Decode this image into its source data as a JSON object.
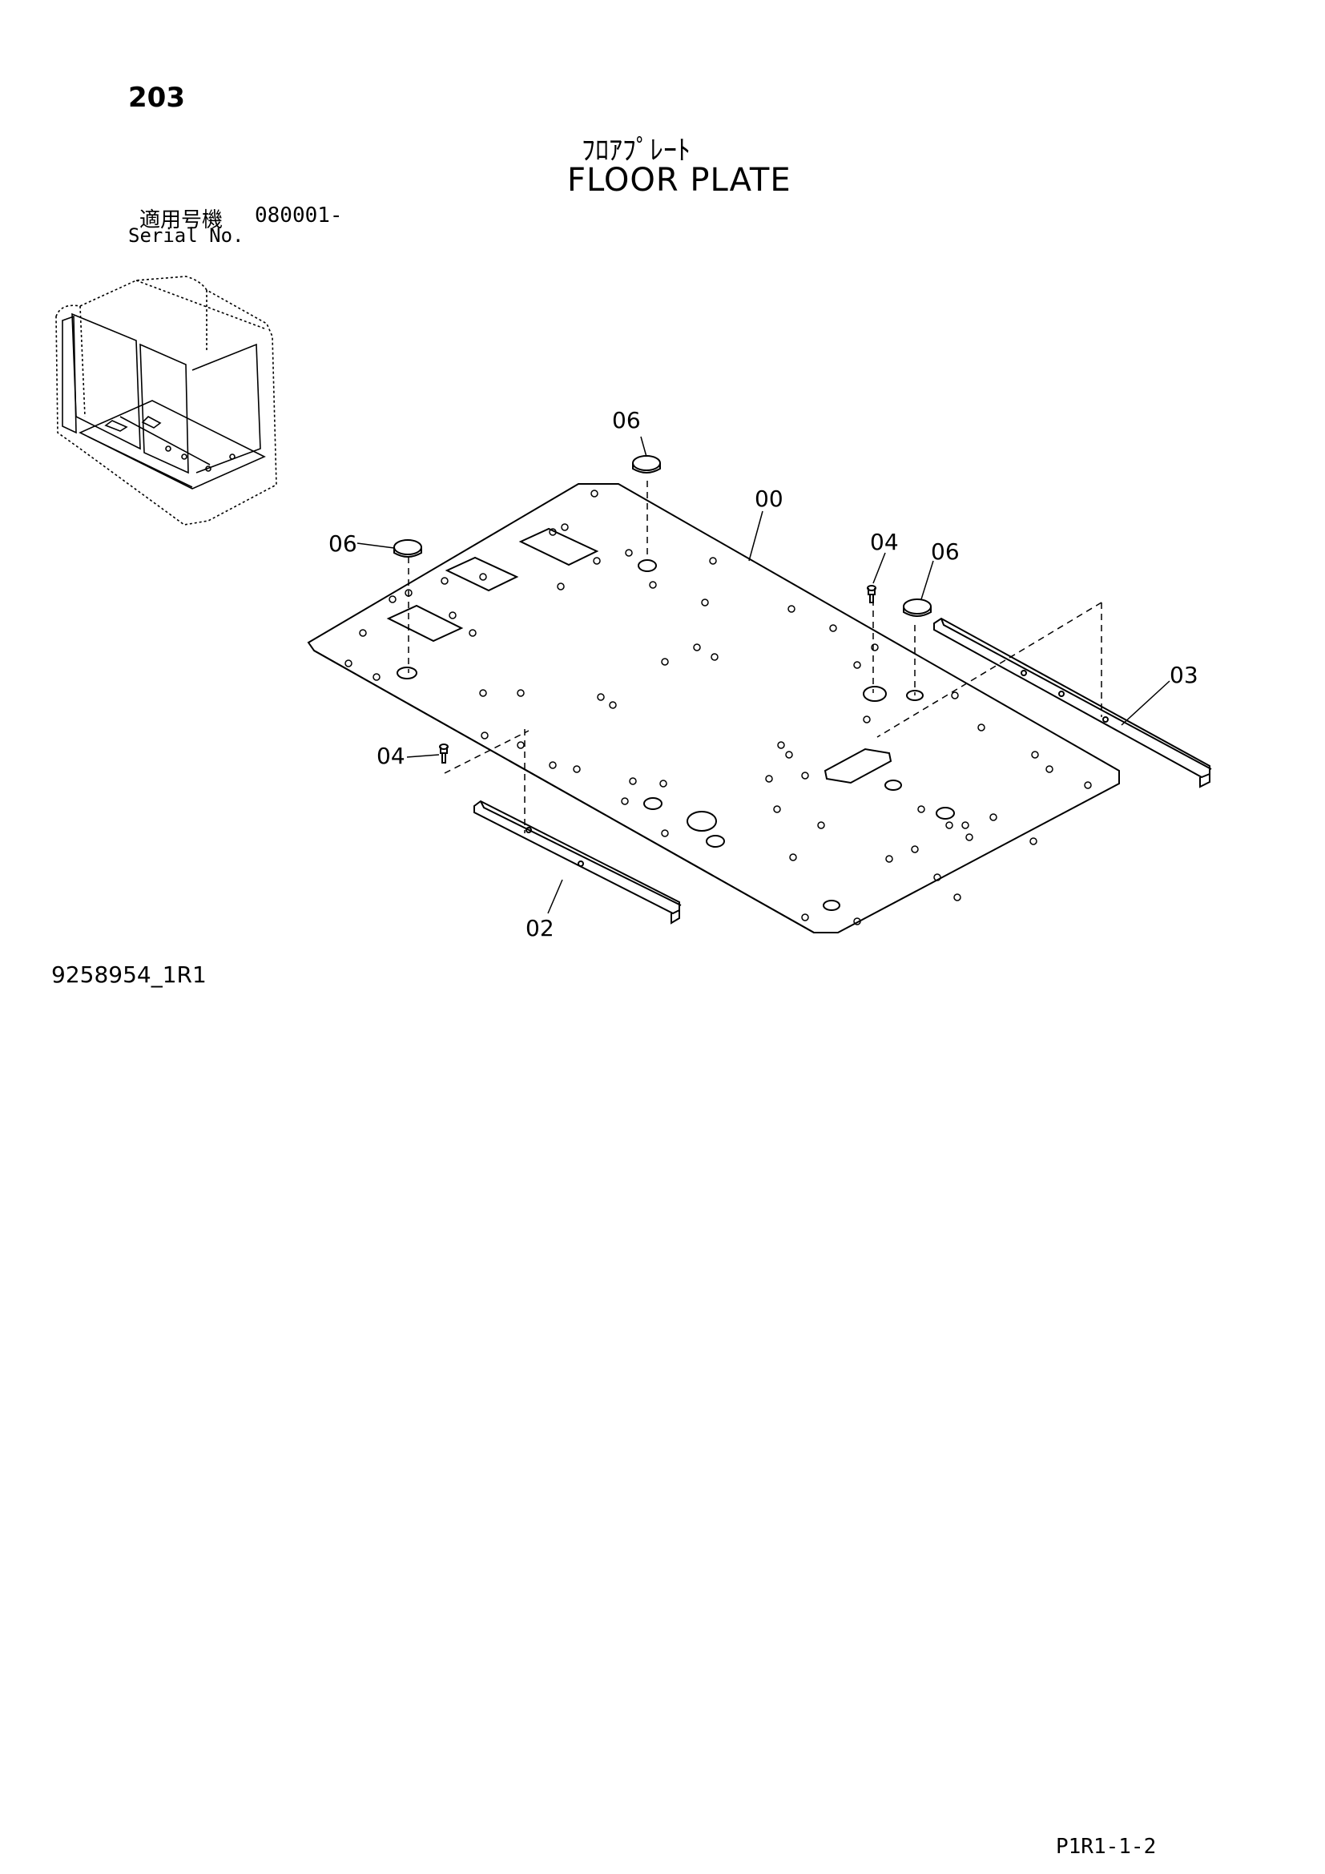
{
  "header": {
    "page_number": "203",
    "title_jp": "ﾌﾛｱﾌﾟﾚｰﾄ",
    "title_en": "FLOOR PLATE",
    "applicability_label": "適用号機",
    "applicability_value": "080001-",
    "serial_label": "Serial No."
  },
  "callouts": {
    "floor_plate": "00",
    "rail_front": "02",
    "rail_right": "03",
    "bolt_left": "04",
    "bolt_right": "04",
    "cap_top": "06",
    "cap_left": "06",
    "cap_right": "06"
  },
  "footer": {
    "figure_id": "9258954_1R1",
    "page_code": "P1R1-1-2"
  }
}
